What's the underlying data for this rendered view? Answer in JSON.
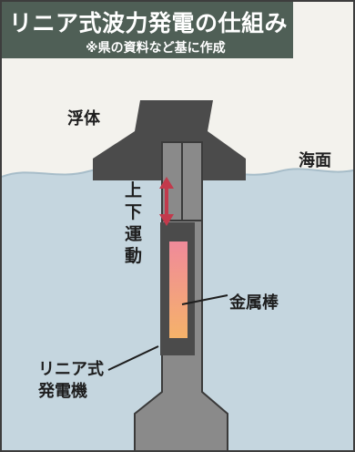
{
  "header": {
    "title": "リニア式波力発電の仕組み",
    "subtitle": "※県の資料など基に作成"
  },
  "labels": {
    "float": "浮体",
    "sea_surface": "海面",
    "motion": "上下運動",
    "metal_rod": "金属棒",
    "generator": "リニア式\n発電機"
  },
  "colors": {
    "title_bar": "#4f5f56",
    "sea": "#c5d6df",
    "structure_dark": "#4b4b4b",
    "structure_mid": "#8a8a8a",
    "rod_gradient_top": "#f08a9a",
    "rod_gradient_bottom": "#f5b26a",
    "arrow": "#c23a4c"
  },
  "icons": {
    "motion_arrow": "double-headed-vertical-arrow-icon"
  }
}
